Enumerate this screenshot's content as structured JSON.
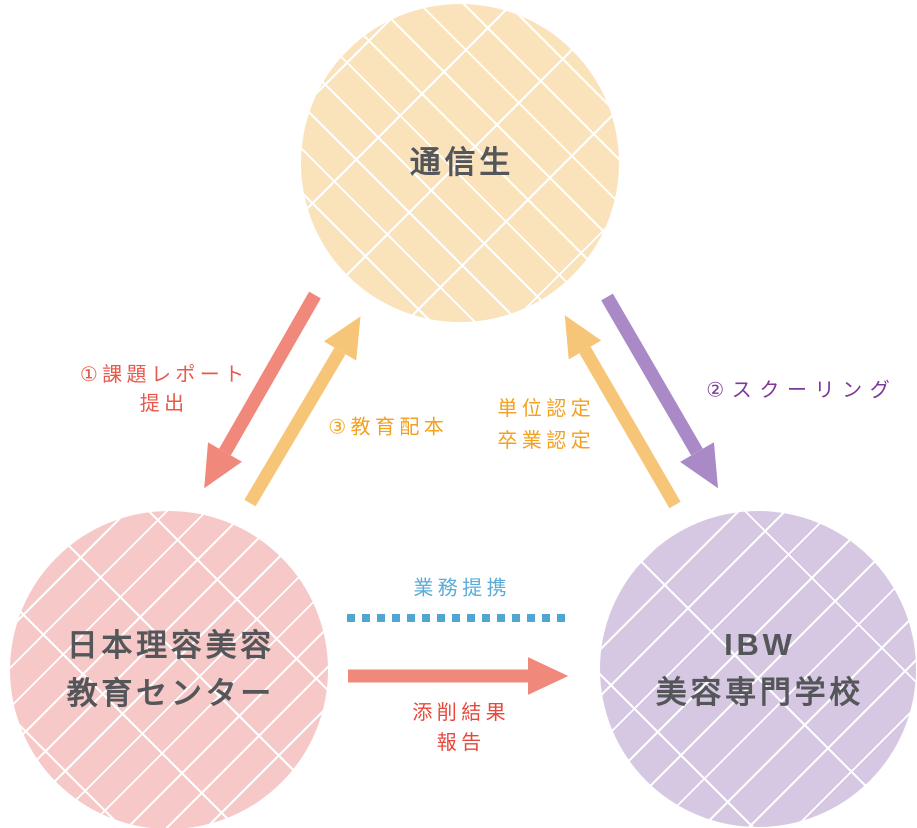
{
  "diagram": {
    "nodes": {
      "student": {
        "label": "通信生"
      },
      "center": {
        "label_line1": "日本理容美容",
        "label_line2": "教育センター"
      },
      "school": {
        "label_line1": "IBW",
        "label_line2": "美容専門学校"
      }
    },
    "edges": {
      "report": {
        "line1": "①課題レポート",
        "line2": "提出"
      },
      "schooling": {
        "label": "②スクーリング"
      },
      "textbook": {
        "label": "③教育配本"
      },
      "certification": {
        "line1": "単位認定",
        "line2": "卒業認定"
      },
      "partnership": {
        "label": "業務提携"
      },
      "correction": {
        "line1": "添削結果",
        "line2": "報告"
      }
    },
    "colors": {
      "student_circle": "#fae2bb",
      "center_circle": "#f6c9c8",
      "school_circle": "#d6c8e2",
      "arrow_red": "#f0887c",
      "arrow_yellow": "#f6c577",
      "arrow_purple": "#a98ac7",
      "dotted_blue": "#4fa6d2",
      "label_red": "#e8584b",
      "label_orange": "#f4a01e",
      "label_purple": "#7c3a96",
      "label_blue": "#5bacd6",
      "node_text": "#55565a"
    }
  }
}
